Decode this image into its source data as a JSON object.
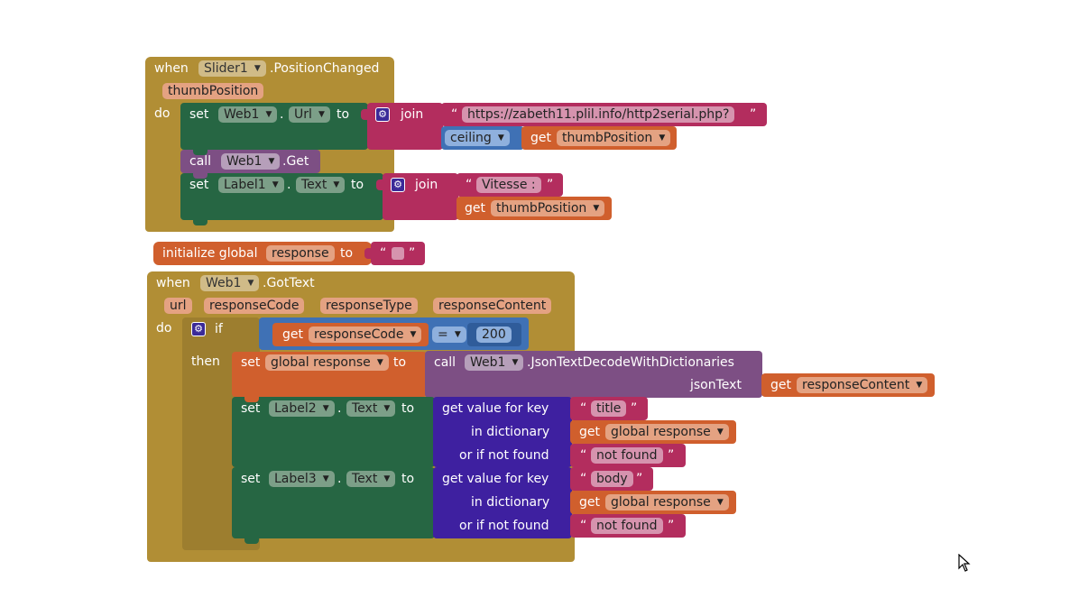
{
  "event1": {
    "when": "when",
    "component": "Slider1",
    "event": ".PositionChanged",
    "param": "thumbPosition",
    "do": "do",
    "set1": {
      "set": "set",
      "component": "Web1",
      "dot": ".",
      "property": "Url",
      "to": "to",
      "join": "join",
      "string": "https://zabeth11.plil.info/http2serial.php?",
      "ceiling": "ceiling",
      "get": "get",
      "var": "thumbPosition"
    },
    "call": {
      "call": "call",
      "component": "Web1",
      "method": ".Get"
    },
    "set2": {
      "set": "set",
      "component": "Label1",
      "dot": ".",
      "property": "Text",
      "to": "to",
      "join": "join",
      "string": "Vitesse :",
      "get": "get",
      "var": "thumbPosition"
    }
  },
  "global": {
    "label": "initialize global",
    "name": "response",
    "to": "to",
    "string": ""
  },
  "event2": {
    "when": "when",
    "component": "Web1",
    "event": ".GotText",
    "params": [
      "url",
      "responseCode",
      "responseType",
      "responseContent"
    ],
    "do": "do",
    "if": "if",
    "then": "then",
    "condition": {
      "get": "get",
      "var": "responseCode",
      "op": "=",
      "value": "200"
    },
    "set_global": {
      "set": "set",
      "var": "global response",
      "to": "to",
      "call": "call",
      "component": "Web1",
      "method": ".JsonTextDecodeWithDictionaries",
      "arg": "jsonText",
      "get": "get",
      "argvar": "responseContent"
    },
    "set_label2": {
      "set": "set",
      "component": "Label2",
      "dot": ".",
      "property": "Text",
      "to": "to",
      "gv": "get value for key",
      "key": "title",
      "indict": "in dictionary",
      "get": "get",
      "dict": "global response",
      "notfound_label": "or if not found",
      "notfound": "not found"
    },
    "set_label3": {
      "set": "set",
      "component": "Label3",
      "dot": ".",
      "property": "Text",
      "to": "to",
      "gv": "get value for key",
      "key": "body",
      "indict": "in dictionary",
      "get": "get",
      "dict": "global response",
      "notfound_label": "or if not found",
      "notfound": "not found"
    }
  },
  "icons": {
    "dropdown": "▼",
    "gear": "⚙",
    "open_quote": "“",
    "close_quote": "”",
    "cursor": "arrow-cursor"
  },
  "colors": {
    "event": "#b18e35",
    "setter": "#266643",
    "text": "#b32d5e",
    "math": "#3f71b5",
    "variable": "#d05f2d",
    "call": "#7d4f84",
    "dictionary": "#3e20a0"
  }
}
